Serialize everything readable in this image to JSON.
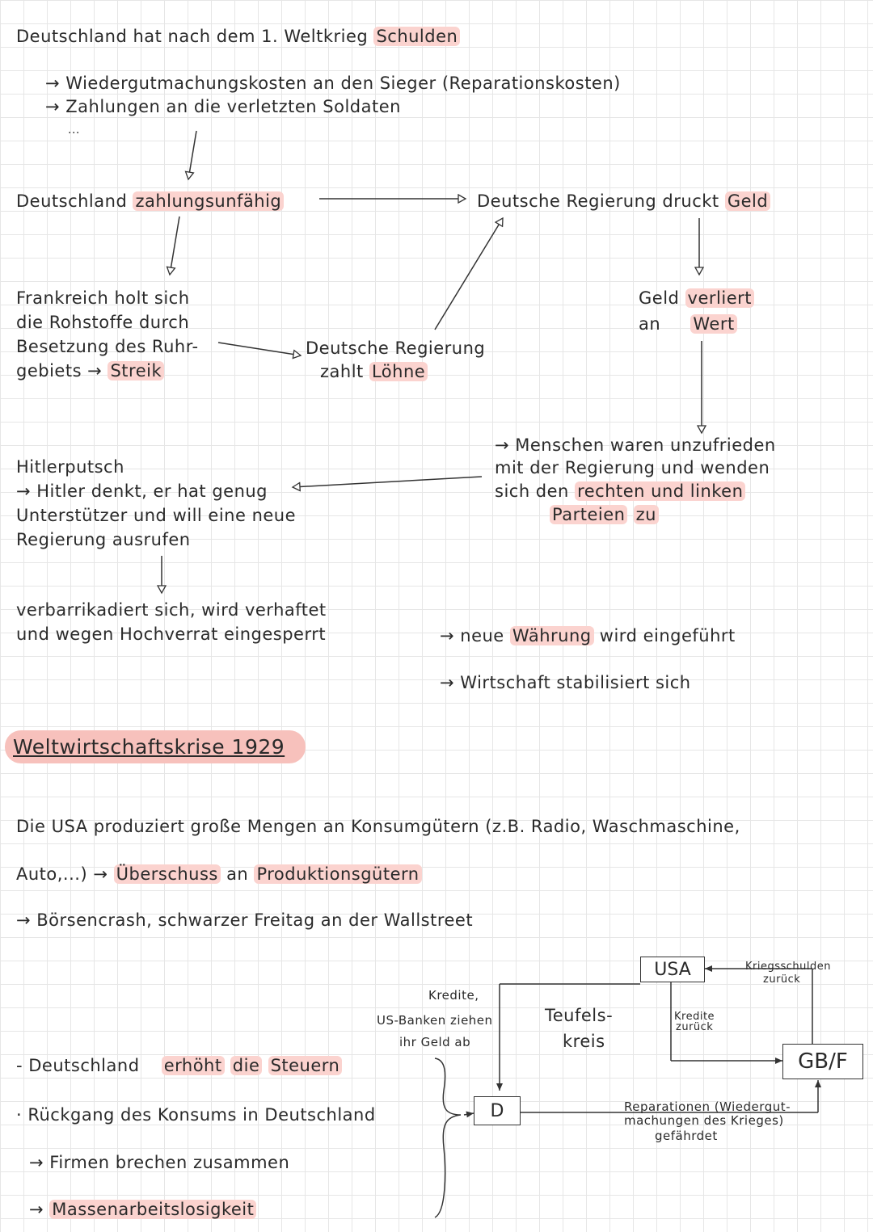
{
  "lines": {
    "l1a": "Deutschland hat nach dem 1. Weltkrieg",
    "l1b": "Schulden",
    "l2": "→ Wiedergutmachungskosten an den Sieger (Reparationskosten)",
    "l3": "→ Zahlungen an die verletzten Soldaten",
    "l4": "...",
    "l5a": "Deutschland",
    "l5b": "zahlungsunfähig",
    "l6a": "Deutsche Regierung druckt",
    "l6b": "Geld",
    "l7": "Frankreich holt sich",
    "l8": "die Rohstoffe durch",
    "l9": "Besetzung des Ruhr-",
    "l10a": "gebiets →",
    "l10b": "Streik",
    "l11": "Deutsche Regierung",
    "l12a": "zahlt",
    "l12b": "Löhne",
    "l13a": "Geld",
    "l13b": "verliert",
    "l14a": "an",
    "l14b": "Wert",
    "l15": "→ Menschen waren unzufrieden",
    "l16": "mit der Regierung und wenden",
    "l17a": "sich den",
    "l17b": "rechten und linken",
    "l18a": "Parteien",
    "l18b": "zu",
    "l19": "Hitlerputsch",
    "l20": "→ Hitler denkt, er hat genug",
    "l21": "Unterstützer und will eine neue",
    "l22": "Regierung ausrufen",
    "l23": "verbarrikadiert sich, wird verhaftet",
    "l24": "und wegen Hochverrat eingesperrt",
    "l25a": "→ neue",
    "l25b": "Währung",
    "l25c": "wird eingeführt",
    "l26": "→ Wirtschaft stabilisiert sich",
    "heading": "Weltwirtschaftskrise 1929",
    "p1": "Die USA produziert große Mengen an Konsumgütern (z.B. Radio, Waschmaschine,",
    "p2a": "Auto,...) →",
    "p2b": "Überschuss",
    "p2c": "an",
    "p2d": "Produktionsgütern",
    "p3": "→ Börsencrash, schwarzer Freitag an der Wallstreet",
    "d1": "Kredite,",
    "d2": "US-Banken ziehen",
    "d3": "ihr Geld ab",
    "d4": "Teufels-",
    "d5": "kreis",
    "box_usa": "USA",
    "box_d": "D",
    "box_gbf": "GB/F",
    "k1": "Kriegsschulden",
    "k2": "zurück",
    "kr1": "Kredite",
    "kr2": "zurück",
    "r1": "Reparationen (Wiedergut-",
    "r2": "machungen des Krieges)",
    "r3": "gefährdet",
    "b1a": "- Deutschland",
    "b1b": "erhöht",
    "b1c": "die",
    "b1d": "Steuern",
    "b2": "· Rückgang des Konsums in Deutschland",
    "b3": "→ Firmen brechen zusammen",
    "b4a": "→",
    "b4b": "Massenarbeitslosigkeit"
  }
}
